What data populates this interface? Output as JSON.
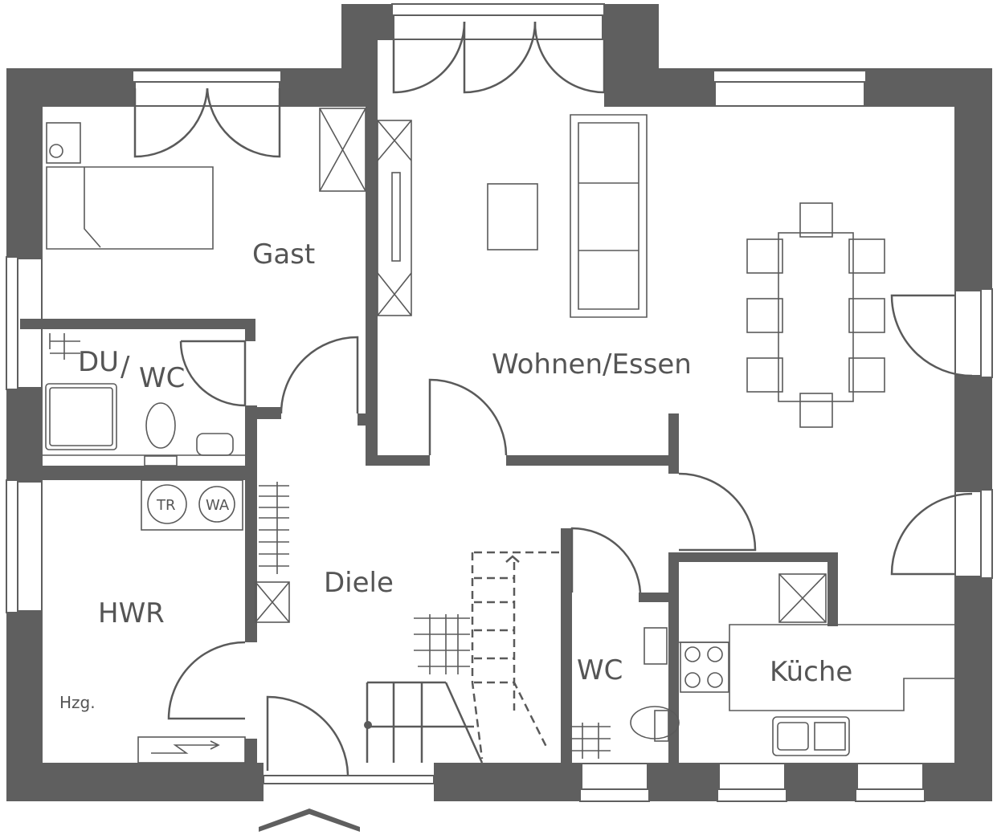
{
  "plan": {
    "rooms": {
      "gast": "Gast",
      "wohnen_essen": "Wohnen/Essen",
      "du_wc_du": "DU",
      "du_wc_slash": "/",
      "du_wc_wc": "WC",
      "hwr": "HWR",
      "diele": "Diele",
      "wc": "WC",
      "kueche": "Küche"
    },
    "labels": {
      "heating": "Hzg.",
      "dryer": "TR",
      "washer": "WA"
    },
    "colors": {
      "wall": "#5f5f5f",
      "line": "#5a5a5a"
    }
  }
}
